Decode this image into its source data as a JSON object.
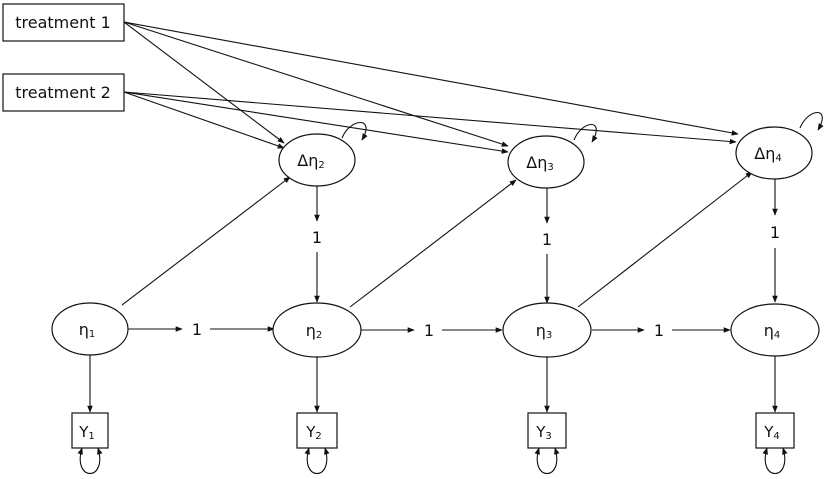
{
  "diagram": {
    "treatments": [
      {
        "id": "t1",
        "label": "treatment 1"
      },
      {
        "id": "t2",
        "label": "treatment 2"
      }
    ],
    "change_factors": [
      {
        "id": "d2",
        "symbol": "Δη",
        "index": "2"
      },
      {
        "id": "d3",
        "symbol": "Δη",
        "index": "3"
      },
      {
        "id": "d4",
        "symbol": "Δη",
        "index": "4"
      }
    ],
    "latent_factors": [
      {
        "id": "e1",
        "symbol": "η",
        "index": "1"
      },
      {
        "id": "e2",
        "symbol": "η",
        "index": "2"
      },
      {
        "id": "e3",
        "symbol": "η",
        "index": "3"
      },
      {
        "id": "e4",
        "symbol": "η",
        "index": "4"
      }
    ],
    "observed": [
      {
        "id": "y1",
        "symbol": "Y",
        "index": "1"
      },
      {
        "id": "y2",
        "symbol": "Y",
        "index": "2"
      },
      {
        "id": "y3",
        "symbol": "Y",
        "index": "3"
      },
      {
        "id": "y4",
        "symbol": "Y",
        "index": "4"
      }
    ],
    "fixed_loading": "1"
  }
}
